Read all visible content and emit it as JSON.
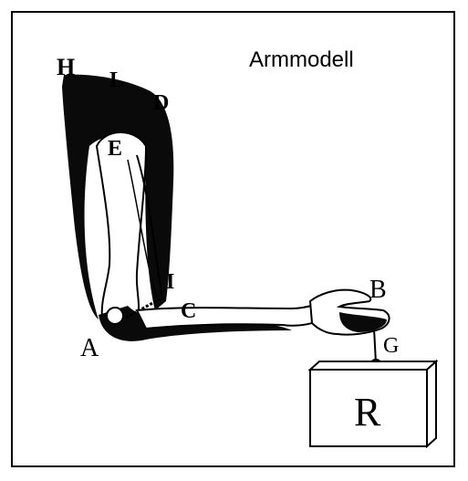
{
  "title": "Armmodell",
  "labels": {
    "H": "H",
    "L": "L",
    "D": "D",
    "E": "E",
    "I": "I",
    "C": "C",
    "A": "A",
    "B": "B",
    "G": "G",
    "R": "R"
  },
  "colors": {
    "ink": "#000000",
    "background": "#ffffff"
  }
}
